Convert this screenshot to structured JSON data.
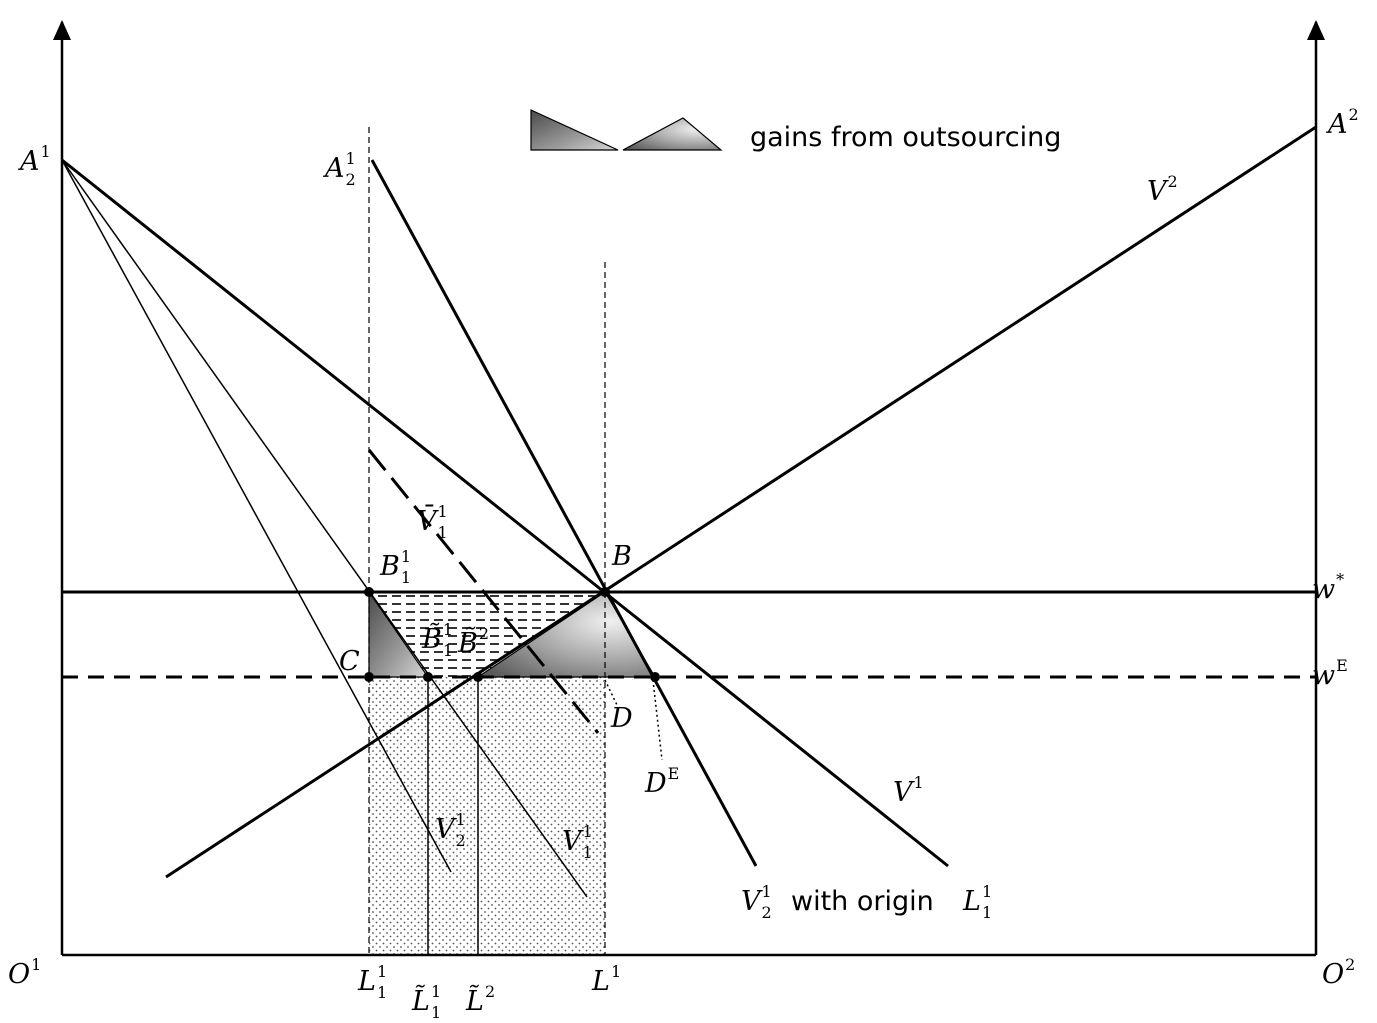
{
  "legend": {
    "text": "gains from outsourcing"
  },
  "labels": {
    "A1": {
      "base": "A",
      "sup": "1",
      "sub": ""
    },
    "A2": {
      "base": "A",
      "sup": "2",
      "sub": ""
    },
    "A21": {
      "base": "A",
      "sup": "1",
      "sub": "2"
    },
    "V2": {
      "base": "V",
      "sup": "2",
      "sub": ""
    },
    "V1": {
      "base": "V",
      "sup": "1",
      "sub": ""
    },
    "Vbar11": {
      "base": "V̄",
      "sup": "1",
      "sub": "1"
    },
    "B": {
      "base": "B",
      "sup": "",
      "sub": ""
    },
    "B11": {
      "base": "B",
      "sup": "1",
      "sub": "1"
    },
    "Btilde11": {
      "base": "B̃",
      "sup": "1",
      "sub": "1"
    },
    "Btilde2": {
      "base": "B̃",
      "sup": "2",
      "sub": ""
    },
    "C": {
      "base": "C",
      "sup": "",
      "sub": ""
    },
    "D": {
      "base": "D",
      "sup": "",
      "sub": ""
    },
    "DE": {
      "base": "D",
      "sup": "E",
      "sub": ""
    },
    "wstar": {
      "base": "w",
      "sup": "*",
      "sub": ""
    },
    "wE": {
      "base": "w",
      "sup": "E",
      "sub": ""
    },
    "V21": {
      "base": "V",
      "sup": "1",
      "sub": "2"
    },
    "V11": {
      "base": "V",
      "sup": "1",
      "sub": "1"
    },
    "V21origin": {
      "base": "V",
      "sup": "1",
      "sub": "2"
    },
    "withOrigin": "with origin",
    "L11origin": {
      "base": "L",
      "sup": "1",
      "sub": "1"
    },
    "O1": {
      "base": "O",
      "sup": "1",
      "sub": ""
    },
    "O2": {
      "base": "O",
      "sup": "2",
      "sub": ""
    },
    "L11": {
      "base": "L",
      "sup": "1",
      "sub": "1"
    },
    "Ltilde11": {
      "base": "L̃",
      "sup": "1",
      "sub": "1"
    },
    "Ltilde2": {
      "base": "L̃",
      "sup": "2",
      "sub": ""
    },
    "L1": {
      "base": "L",
      "sup": "1",
      "sub": ""
    }
  },
  "colors": {
    "ink": "#000000",
    "shadeDark": "#6e6e6e",
    "shadeLight": "#d2d2d2"
  }
}
